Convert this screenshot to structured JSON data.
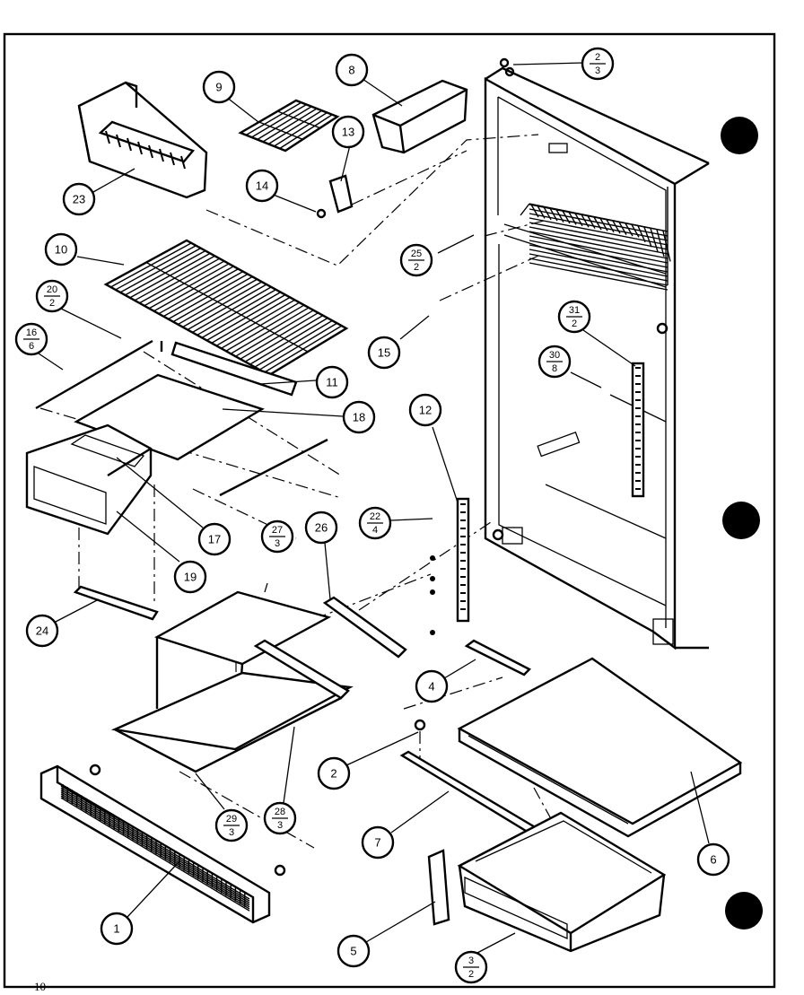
{
  "page_number": "10",
  "callouts": [
    {
      "id": "c23",
      "num": "23"
    },
    {
      "id": "c9",
      "num": "9"
    },
    {
      "id": "c8",
      "num": "8"
    },
    {
      "id": "c13",
      "num": "13"
    },
    {
      "id": "c14",
      "num": "14"
    },
    {
      "id": "c2_3",
      "num": "2",
      "den": "3"
    },
    {
      "id": "c10",
      "num": "10"
    },
    {
      "id": "c25_2",
      "num": "25",
      "den": "2"
    },
    {
      "id": "c20_2",
      "num": "20",
      "den": "2"
    },
    {
      "id": "c16_6",
      "num": "16",
      "den": "6"
    },
    {
      "id": "c15",
      "num": "15"
    },
    {
      "id": "c31_2",
      "num": "31",
      "den": "2"
    },
    {
      "id": "c30_8",
      "num": "30",
      "den": "8"
    },
    {
      "id": "c11",
      "num": "11"
    },
    {
      "id": "c18",
      "num": "18"
    },
    {
      "id": "c12",
      "num": "12"
    },
    {
      "id": "c22_4",
      "num": "22",
      "den": "4"
    },
    {
      "id": "c17",
      "num": "17"
    },
    {
      "id": "c27_3",
      "num": "27",
      "den": "3"
    },
    {
      "id": "c26",
      "num": "26"
    },
    {
      "id": "c19",
      "num": "19"
    },
    {
      "id": "c24",
      "num": "24"
    },
    {
      "id": "c4",
      "num": "4"
    },
    {
      "id": "c2",
      "num": "2"
    },
    {
      "id": "c29_3",
      "num": "29",
      "den": "3"
    },
    {
      "id": "c28_3",
      "num": "28",
      "den": "3"
    },
    {
      "id": "c7",
      "num": "7"
    },
    {
      "id": "c6",
      "num": "6"
    },
    {
      "id": "c1",
      "num": "1"
    },
    {
      "id": "c5",
      "num": "5"
    },
    {
      "id": "c3_2",
      "num": "3",
      "den": "2"
    }
  ]
}
